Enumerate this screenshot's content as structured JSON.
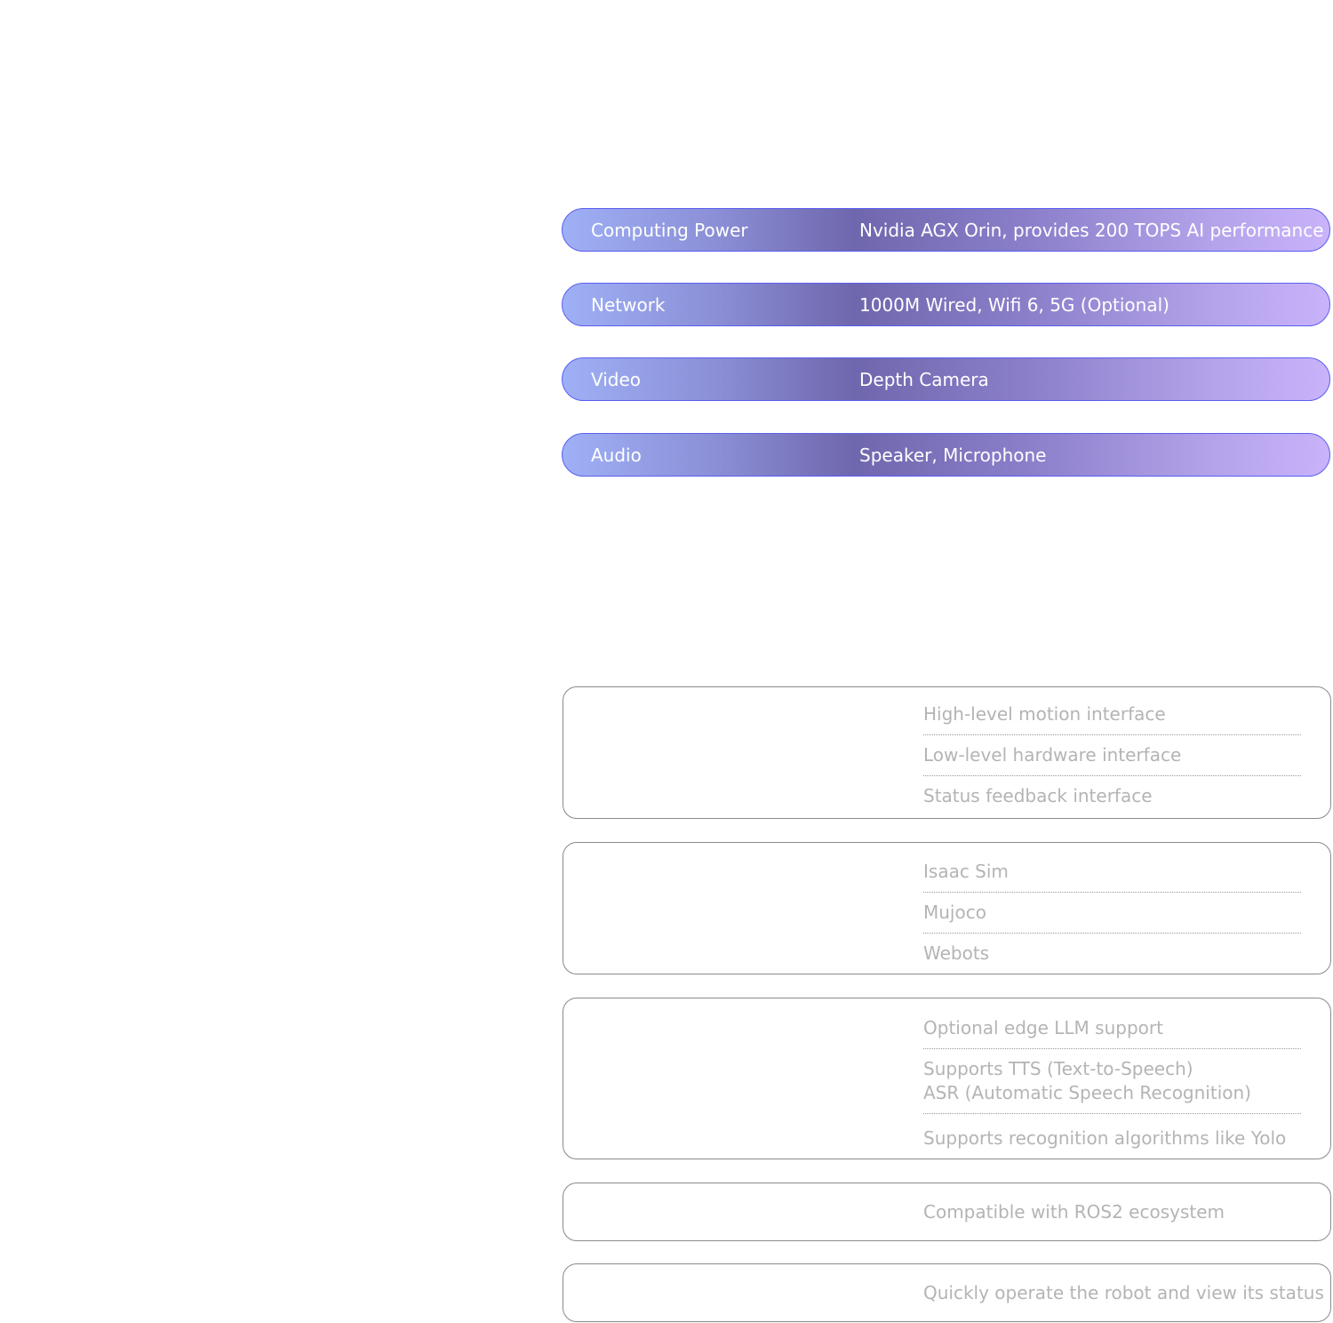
{
  "specs": [
    {
      "label": "Computing Power",
      "value": "Nvidia AGX Orin, provides 200 TOPS AI performance"
    },
    {
      "label": "Network",
      "value": "1000M Wired, Wifi 6, 5G (Optional)"
    },
    {
      "label": "Video",
      "value": "Depth Camera"
    },
    {
      "label": "Audio",
      "value": "Speaker, Microphone"
    }
  ],
  "cards": [
    {
      "items": [
        "High-level motion interface",
        "Low-level hardware interface",
        "Status feedback interface"
      ]
    },
    {
      "items": [
        "Isaac Sim",
        "Mujoco",
        "Webots"
      ]
    },
    {
      "items": [
        "Optional edge LLM support",
        "Supports TTS (Text-to-Speech)",
        "ASR (Automatic Speech Recognition)",
        "Supports recognition algorithms like Yolo"
      ]
    },
    {
      "items": [
        "Compatible with ROS2 ecosystem"
      ]
    },
    {
      "items": [
        "Quickly operate the robot and view its status"
      ]
    }
  ],
  "colors": {
    "pill_border": "#5b5ff0",
    "card_border": "#8a8a8a",
    "card_text": "#b4b4b4"
  }
}
